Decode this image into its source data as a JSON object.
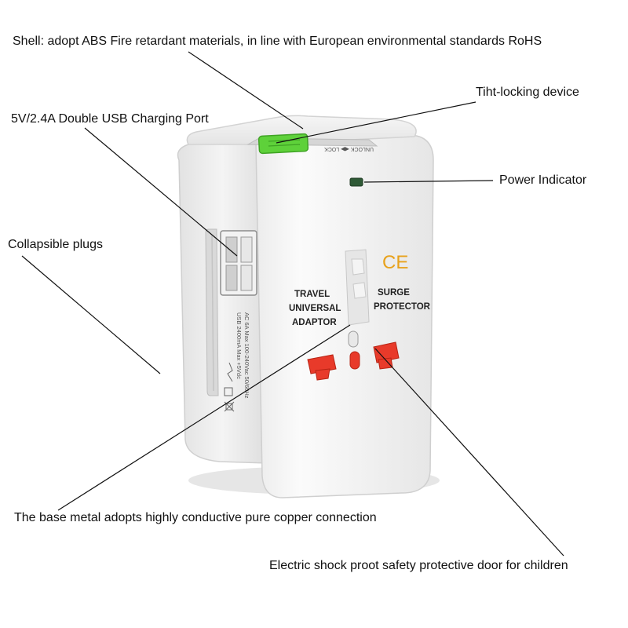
{
  "labels": {
    "shell": "Shell: adopt ABS Fire retardant materials, in line with European environmental standards RoHS",
    "usb_port": "5V/2.4A Double USB Charging Port",
    "locking": "Tiht-locking device",
    "power_indicator": "Power Indicator",
    "collapsible_plugs": "Collapsible plugs",
    "base_metal": "The base metal adopts highly conductive pure copper connection",
    "safety_door": "Electric shock proot safety protective door for children"
  },
  "device_text": {
    "left_text": [
      "TRAVEL",
      "UNIVERSAL",
      "ADAPTOR"
    ],
    "right_text": [
      "SURGE",
      "PROTECTOR"
    ],
    "ce_mark": "CE",
    "lock_strip": "UNLOCK ◀▶ LOCK",
    "spec_line_1": "AC 6A Max 100-240Vac 50/60Hz",
    "spec_line_2": "USB 2400mA Max +5Vdc"
  },
  "colors": {
    "lock_button": "#5ed13a",
    "socket": "#e83a2a",
    "ce_mark": "#e8a21c",
    "indicator": "#2f5a36"
  }
}
